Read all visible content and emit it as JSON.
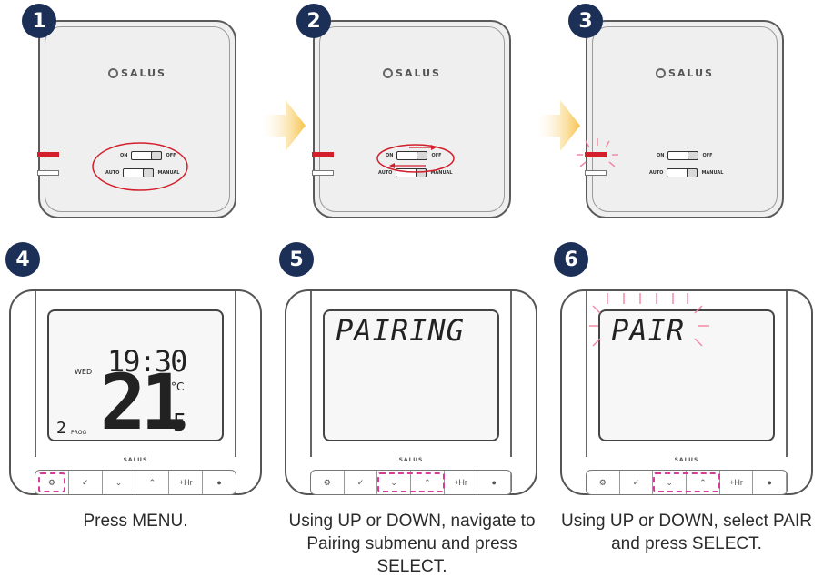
{
  "steps": [
    "1",
    "2",
    "3",
    "4",
    "5",
    "6"
  ],
  "receiver": {
    "brand": "SALUS",
    "switch_on": "ON",
    "switch_off": "OFF",
    "switch_auto": "AUTO",
    "switch_manual": "MANUAL"
  },
  "thermostat": {
    "brand": "SALUS",
    "day": "WED",
    "time": "19:30",
    "temp_main": "21",
    "temp_decimal": "5",
    "unit": "°C",
    "prog_number": "2",
    "prog_label": "PROG",
    "pairing_text": "PAIRING",
    "pair_text": "PAIR",
    "buttons": {
      "menu": "⚙",
      "select": "✓",
      "down": "⌄",
      "up": "⌃",
      "hr": "+Hr",
      "power": "●"
    }
  },
  "captions": {
    "step4": "Press MENU.",
    "step5_line1": "Using UP or DOWN, navigate to",
    "step5_line2": "Pairing submenu and press SELECT.",
    "step6_line1": "Using UP or DOWN, select PAIR",
    "step6_line2": "and press SELECT."
  },
  "colors": {
    "step_badge": "#1c2f57",
    "led_red": "#d21f2b",
    "highlight": "#d63a9b",
    "arrow": "#f6c34a"
  }
}
